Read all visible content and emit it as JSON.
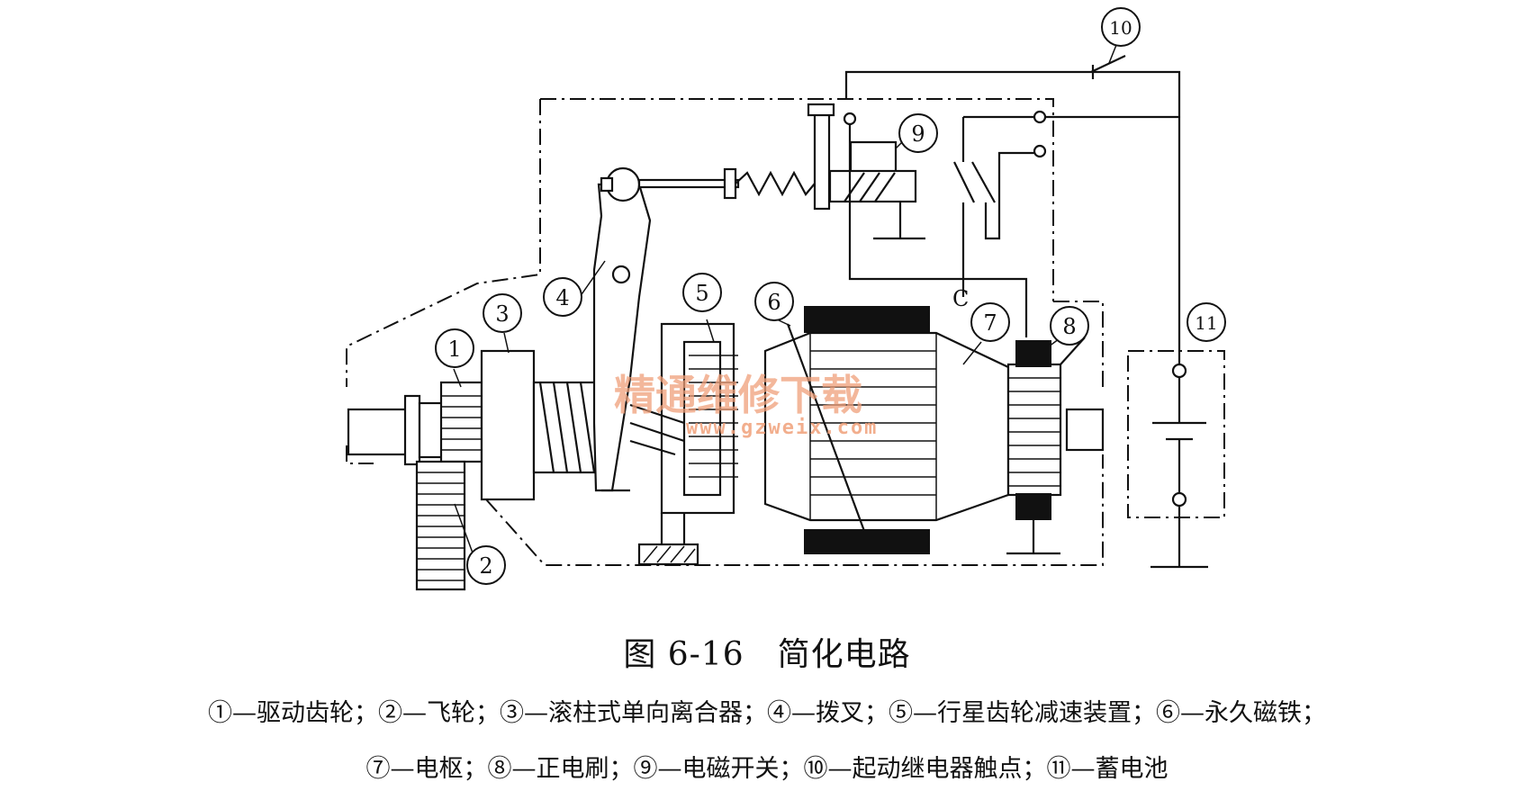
{
  "figure": {
    "title": "图 6-16　简化电路",
    "legend_line1": "①—驱动齿轮；②—飞轮；③—滚柱式单向离合器；④—拨叉；⑤—行星齿轮减速装置；⑥—永久磁铁；",
    "legend_line2": "⑦—电枢；⑧—正电刷；⑨—电磁开关；⑩—起动继电器触点；⑪—蓄电池"
  },
  "callouts": {
    "c1": "1",
    "c2": "2",
    "c3": "3",
    "c4": "4",
    "c5": "5",
    "c6": "6",
    "c7": "7",
    "c8": "8",
    "c9": "9",
    "c10": "10",
    "c11": "11"
  },
  "labels": {
    "node_c": "C"
  },
  "watermark": {
    "cn": "精通维修下载",
    "url": "www.gzweix.com"
  },
  "colors": {
    "ink": "#111111",
    "watermark": "#f0a07a"
  }
}
